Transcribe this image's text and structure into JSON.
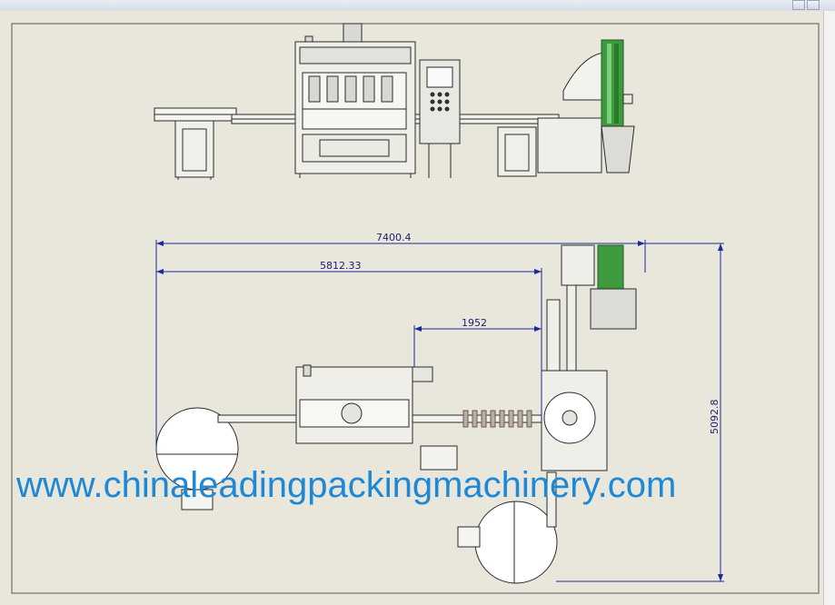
{
  "drawing": {
    "dimensions": [
      {
        "id": "overall-length",
        "value": "7400.4"
      },
      {
        "id": "line-length",
        "value": "5812.33"
      },
      {
        "id": "filler-offset",
        "value": "1952"
      },
      {
        "id": "overall-depth",
        "value": "5092.8"
      }
    ],
    "watermark": "www.chinaleadingpackingmachinery.com"
  },
  "colors": {
    "sheet": "#e9e7dc",
    "line": "#2a2a2a",
    "dimension": "#1c2a9c",
    "watermark": "#1e88d6",
    "accent_green": "#2f8a2f"
  }
}
